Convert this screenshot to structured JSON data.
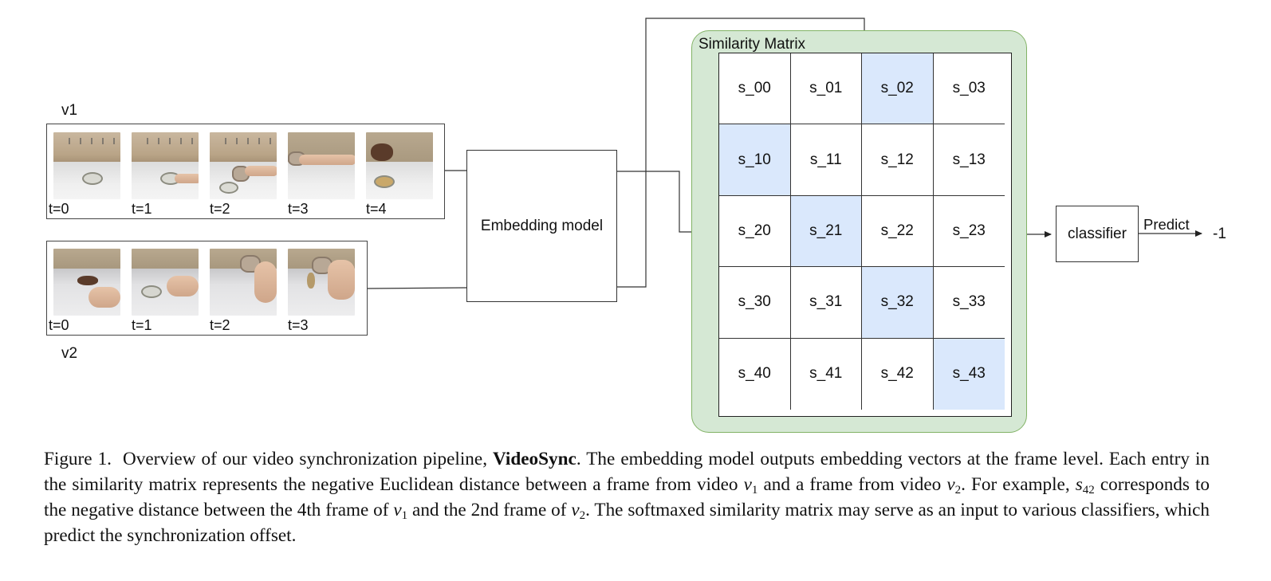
{
  "diagram": {
    "v1_label": "v1",
    "v2_label": "v2",
    "v1_frames": [
      "t=0",
      "t=1",
      "t=2",
      "t=3",
      "t=4"
    ],
    "v2_frames": [
      "t=0",
      "t=1",
      "t=2",
      "t=3"
    ],
    "embedding_label": "Embedding model",
    "matrix_title": "Similarity Matrix",
    "matrix_cells": [
      [
        "s_00",
        "s_01",
        "s_02",
        "s_03"
      ],
      [
        "s_10",
        "s_11",
        "s_12",
        "s_13"
      ],
      [
        "s_20",
        "s_21",
        "s_22",
        "s_23"
      ],
      [
        "s_30",
        "s_31",
        "s_32",
        "s_33"
      ],
      [
        "s_40",
        "s_41",
        "s_42",
        "s_43"
      ]
    ],
    "highlighted_cells": [
      "s_02",
      "s_10",
      "s_21",
      "s_32",
      "s_43"
    ],
    "classifier_label": "classifier",
    "predict_label": "Predict",
    "output_value": "-1",
    "colors": {
      "matrix_bg": "#d5e8d4",
      "matrix_border": "#82b366",
      "highlight": "#dae8fc"
    }
  },
  "caption": {
    "figure_label": "Figure 1.",
    "p1": "Overview of our video synchronization pipeline,",
    "name": "VideoSync",
    "p2": ". The embedding model outputs embedding vectors at the frame level. Each entry in the similarity matrix represents the negative Euclidean distance between a frame from video",
    "v1_math": "v",
    "v1_sub": "1",
    "p3": "and a frame from video",
    "v2_math": "v",
    "v2_sub": "2",
    "p4": ". For example,",
    "s_math": "s",
    "s_sub": "42",
    "p5": "corresponds to the negative distance between the 4th frame of",
    "v1b_math": "v",
    "v1b_sub": "1",
    "p6": "and the 2nd frame of",
    "v2b_math": "v",
    "v2b_sub": "2",
    "p7": ". The softmaxed similarity matrix may serve as an input to various classifiers, which predict the synchronization offset."
  }
}
